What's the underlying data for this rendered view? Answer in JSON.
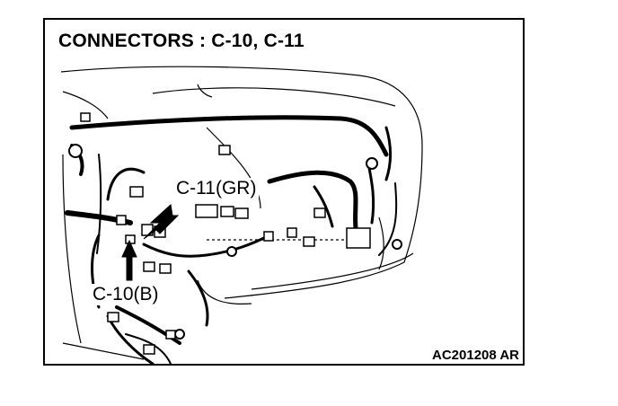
{
  "figure": {
    "title": "CONNECTORS : C-10, C-11",
    "callouts": {
      "c11": "C-11(GR)",
      "c10": "C-10(B)"
    },
    "drawing_code": "AC201208 AR"
  },
  "colors": {
    "ink": "#000000",
    "background": "#ffffff"
  }
}
